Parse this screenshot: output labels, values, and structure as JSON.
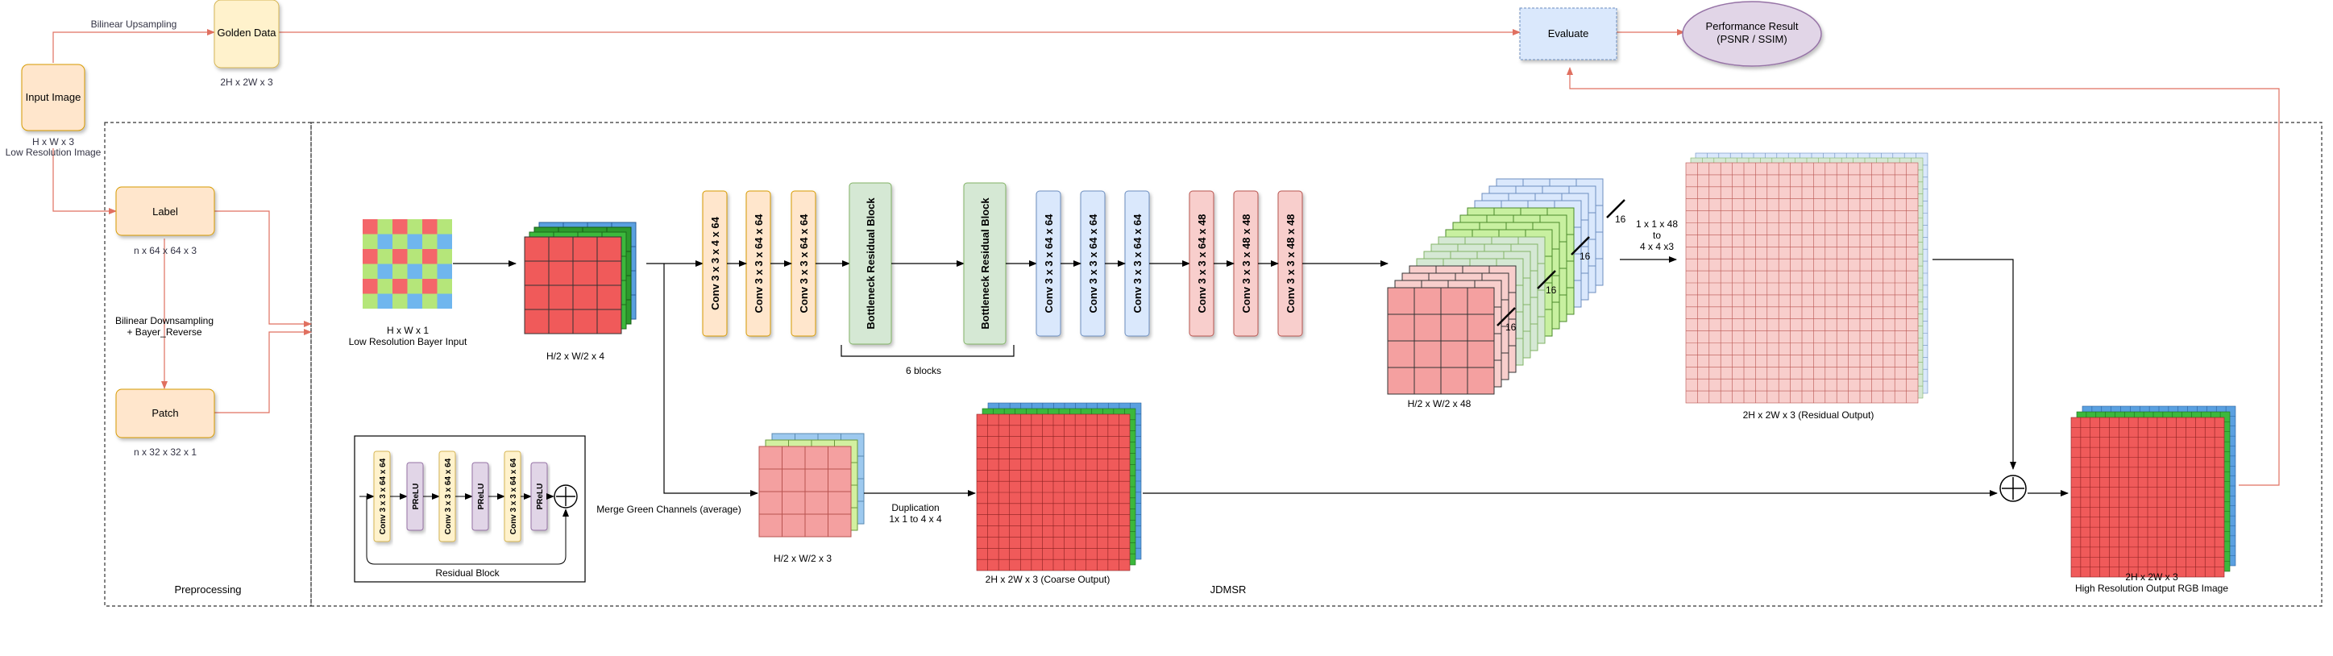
{
  "nodes": {
    "input_image": "Input Image",
    "input_dim": "H x W x 3",
    "input_desc": "Low Resolution Image",
    "golden_data": "Golden Data",
    "golden_dim": "2H x 2W x 3",
    "bilinear_up": "Bilinear Upsampling",
    "evaluate": "Evaluate",
    "perf_line1": "Performance Result",
    "perf_line2": "(PSNR / SSIM)",
    "label": "Label",
    "label_dim": "n x 64 x 64 x 3",
    "bilinear_down_1": "Bilinear Downsampling",
    "bilinear_down_2": "+ Bayer_Reverse",
    "patch": "Patch",
    "patch_dim": "n x 32 x 32 x 1",
    "preprocessing": "Preprocessing",
    "jdmsr": "JDMSR"
  },
  "network": {
    "bayer_dim": "H x W x 1",
    "bayer_desc": "Low Resolution Bayer Input",
    "packed_dim": "H/2 x W/2 x 4",
    "conv_orange": [
      "Conv 3 x 3 x 4 x 64",
      "Conv 3 x 3 x 64 x 64",
      "Conv 3 x 3 x 64 x 64"
    ],
    "bottleneck": [
      "Bottleneck Residual Block",
      "Bottleneck Residual Block"
    ],
    "blocks_label": "6 blocks",
    "conv_blue": [
      "Conv 3 x 3 x 64 x 64",
      "Conv 3 x 3 x 64 x 64",
      "Conv 3 x 3 x 64 x 64"
    ],
    "conv_red": [
      "Conv 3 x 3 x 64 x 48",
      "Conv 3 x 3 x 48 x 48",
      "Conv 3 x 3 x 48 x 48"
    ],
    "stack_dim": "H/2 x W/2 x 48",
    "stack_count": [
      "16",
      "16",
      "16",
      "16"
    ],
    "pixel_shuffle_1": "1 x 1 x 48",
    "pixel_shuffle_2": "to",
    "pixel_shuffle_3": "4 x 4 x3",
    "residual_out": "2H x 2W x 3 (Residual Output)",
    "merge_green": "Merge Green Channels (average)",
    "merged_dim": "H/2 x W/2 x 3",
    "dup_1": "Duplication",
    "dup_2": "1x 1 to 4 x 4",
    "coarse_out": "2H x 2W x 3 (Coarse Output)",
    "final_dim": "2H x 2W x 3",
    "final_desc": "High Resolution Output RGB Image",
    "add_symbol": "+"
  },
  "residual_block": {
    "title": "Residual Block",
    "conv": [
      "Conv 3 x 3 x 64 x 64",
      "Conv 3 x 3 x 64 x 64",
      "Conv 3 x 3 x 64 x 64"
    ],
    "prelu": [
      "PReLU",
      "PReLU",
      "PReLU"
    ],
    "add_symbol": "+"
  },
  "colors": {
    "orange_fill": "#ffe6cc",
    "orange_stroke": "#d79b00",
    "green_fill": "#d5e8d4",
    "green_stroke": "#82b366",
    "blue_fill": "#dae8fc",
    "blue_stroke": "#6c8ebf",
    "red_fill": "#f8cecc",
    "red_stroke": "#b85450",
    "golden_fill": "#fff2cc",
    "golden_stroke": "#d6b656",
    "purple_fill": "#e1d5e7",
    "purple_stroke": "#9673a6",
    "link_red": "#e07060"
  }
}
